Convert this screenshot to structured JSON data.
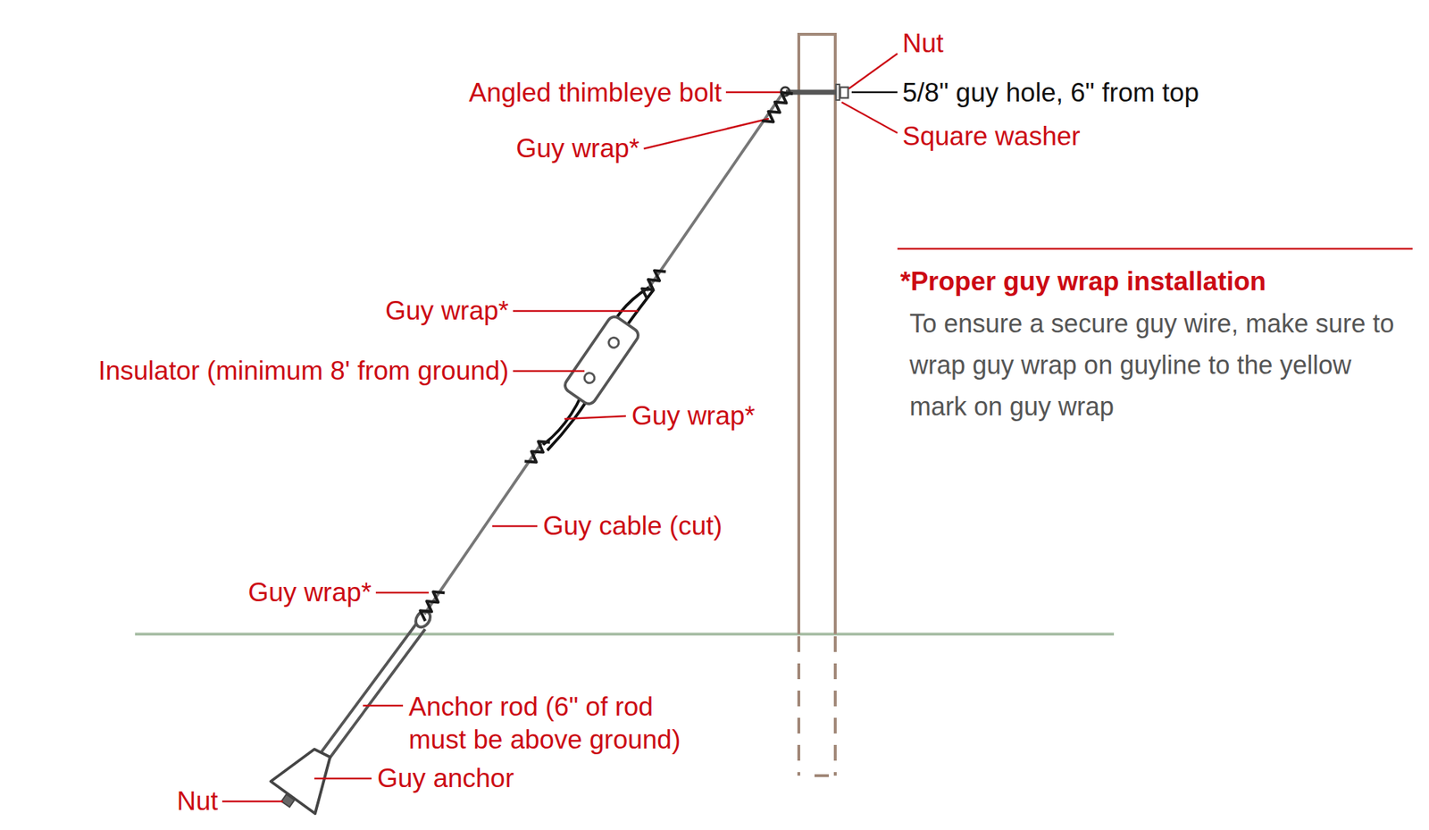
{
  "diagram": {
    "labels": [
      "Nut",
      "5/8\" guy hole, 6\" from top",
      "Square washer",
      "Angled thimbleye bolt",
      "Guy wrap*",
      "Guy wrap*",
      "Insulator (minimum 8' from ground)",
      "Guy wrap*",
      "Guy cable (cut)",
      "Guy wrap*",
      "Anchor rod (6\" of rod must be above ground)",
      "Guy anchor",
      "Nut",
      "*Proper guy wrap installation",
      "To ensure a secure guy wire, make sure to wrap guy wrap on guyline to the yellow mark on guy wrap"
    ]
  }
}
